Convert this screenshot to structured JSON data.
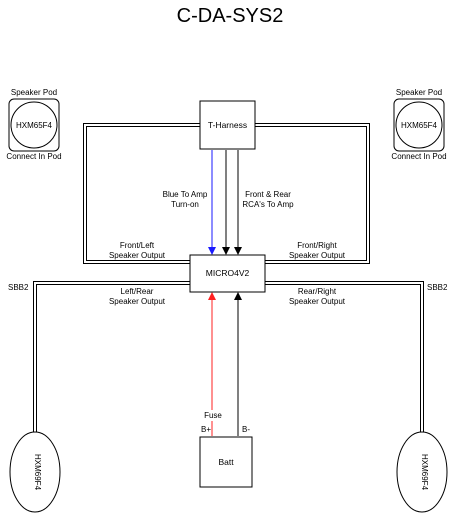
{
  "title": "C-DA-SYS2",
  "components": {
    "t_harness": "T-Harness",
    "micro": "MICRO4V2",
    "batt": "Batt",
    "pod_left": {
      "header": "Speaker Pod",
      "model": "HXM65F4",
      "footer": "Connect In Pod"
    },
    "pod_right": {
      "header": "Speaker Pod",
      "model": "HXM65F4",
      "footer": "Connect In Pod"
    },
    "oval_left": "HXM69F4",
    "oval_right": "HXM69F4"
  },
  "labels": {
    "blue_amp": [
      "Blue To Amp",
      "Turn-on"
    ],
    "rca": [
      "Front & Rear",
      "RCA's To Amp"
    ],
    "front_left": [
      "Front/Left",
      "Speaker Output"
    ],
    "front_right": [
      "Front/Right",
      "Speaker Output"
    ],
    "left_rear": [
      "Left/Rear",
      "Speaker Output"
    ],
    "rear_right": [
      "Rear/Right",
      "Speaker Output"
    ],
    "sbb_left": "SBB2",
    "sbb_right": "SBB2",
    "fuse": "Fuse",
    "b_plus": "B+",
    "b_minus": "B-"
  },
  "colors": {
    "blue_wire": "#1a1aff",
    "red_wire": "#ff2020",
    "ink": "#000000"
  }
}
